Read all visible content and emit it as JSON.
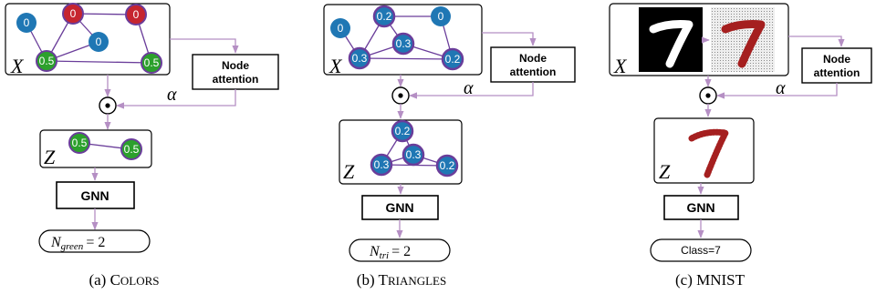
{
  "colors": {
    "blue": "#1f77b4",
    "red": "#c6252f",
    "green": "#2ca02c",
    "purple": "#6a3d9a",
    "arrow": "#b58fc4",
    "dark_red": "#a51f1f"
  },
  "panel_a": {
    "caption_prefix": "(a) C",
    "caption_rest": "OLORS",
    "input_symbol": "X",
    "output_symbol": "Z",
    "alpha_symbol": "α",
    "operator_symbol": "⊙",
    "attention_line1": "Node",
    "attention_line2": "attention",
    "gnn_label": "GNN",
    "input_nodes": [
      "0",
      "0",
      "0",
      "0",
      "0.5",
      "0.5"
    ],
    "output_nodes": [
      "0.5",
      "0.5"
    ],
    "result_var": "N",
    "result_sub": "green",
    "result_eq": "= 2"
  },
  "panel_b": {
    "caption_prefix": "(b) T",
    "caption_rest": "RIANGLES",
    "input_symbol": "X",
    "output_symbol": "Z",
    "alpha_symbol": "α",
    "operator_symbol": "⊙",
    "attention_line1": "Node",
    "attention_line2": "attention",
    "gnn_label": "GNN",
    "input_nodes": [
      "0",
      "0.2",
      "0",
      "0.3",
      "0.3",
      "0.2"
    ],
    "output_nodes": [
      "0.2",
      "0.3",
      "0.3",
      "0.2"
    ],
    "result_var": "N",
    "result_sub": "tri",
    "result_eq": "= 2"
  },
  "panel_c": {
    "caption": "(c) MNIST",
    "input_symbol": "X",
    "output_symbol": "Z",
    "alpha_symbol": "α",
    "operator_symbol": "⊙",
    "attention_line1": "Node",
    "attention_line2": "attention",
    "gnn_label": "GNN",
    "result_text": "Class=7"
  }
}
